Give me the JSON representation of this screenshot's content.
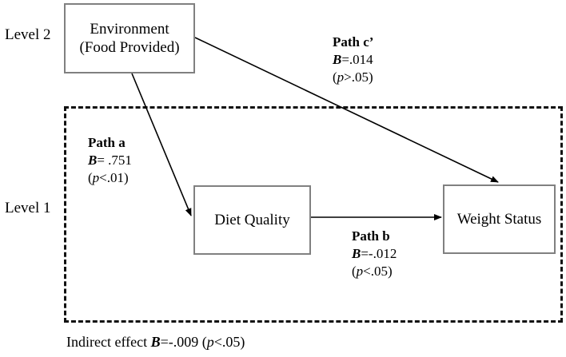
{
  "figure": {
    "type": "mediation-path-diagram",
    "levels": [
      {
        "id": "level2",
        "label": "Level 2"
      },
      {
        "id": "level1",
        "label": "Level 1"
      }
    ],
    "nodes": [
      {
        "id": "environment",
        "lines": [
          "Environment",
          "(Food Provided)"
        ],
        "line1": "Environment",
        "line2": "(Food Provided)"
      },
      {
        "id": "diet-quality",
        "lines": [
          "Diet Quality"
        ],
        "line1": "Diet Quality"
      },
      {
        "id": "weight-status",
        "lines": [
          "Weight Status"
        ],
        "line1": "Weight Status"
      }
    ],
    "paths": [
      {
        "id": "path-c-prime",
        "title": "Path c’",
        "coef_symbol": "B",
        "coef_text": "=.014",
        "p_open": "(",
        "p_symbol": "p",
        "p_text": ">.05)",
        "from": "environment",
        "to": "weight-status"
      },
      {
        "id": "path-a",
        "title": "Path a",
        "coef_symbol": "B",
        "coef_text": "= .751",
        "p_open": "(",
        "p_symbol": "p",
        "p_text": "<.01)",
        "from": "environment",
        "to": "diet-quality"
      },
      {
        "id": "path-b",
        "title": "Path b",
        "coef_symbol": "B",
        "coef_text": "=-.012",
        "p_open": "(",
        "p_symbol": "p",
        "p_text": "<.05)",
        "from": "diet-quality",
        "to": "weight-status"
      }
    ],
    "caption": {
      "prefix": "Indirect effect ",
      "coef_symbol": "B",
      "coef_text": "=-.009 (",
      "p_symbol": "p",
      "p_text": "<.05)"
    },
    "colors": {
      "box_border": "#808080",
      "dashed_border": "#111111",
      "arrow": "#000000",
      "text": "#000000",
      "background": "#ffffff"
    }
  }
}
